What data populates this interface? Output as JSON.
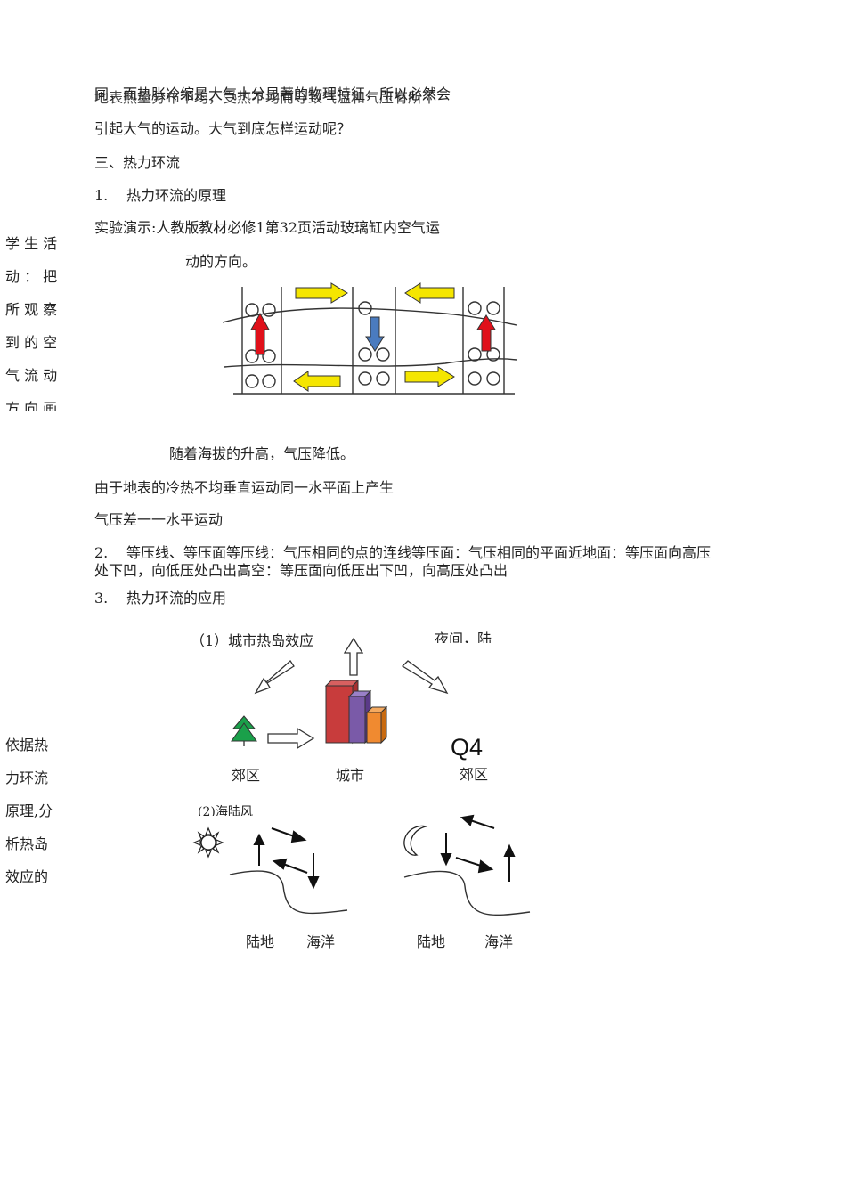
{
  "para": {
    "line1": "同，而热胀冷缩是大气十分显著的物理特征，所以必然会",
    "line1_overlap": "地表热量分布不均，受热不均而导致气温和气压有所不",
    "line2": "引起大气的运动。大气到底怎样运动呢？"
  },
  "section3": {
    "heading": "三、热力环流",
    "item1_num": "1.",
    "item1_text": "热力环流的原理",
    "experiment_line1": "实验演示:人教版教材必修1第32页活动玻璃缸内空气运",
    "experiment_line2": "动的方向。"
  },
  "side_note_1": [
    "学 生 活",
    "动 ： 把",
    "所 观 察",
    "到 的 空",
    "气 流 动",
    "方 向 画"
  ],
  "after_figure": {
    "line1": "随着海拔的升高，气压降低。",
    "line2": "由于地表的冷热不均垂直运动同一水平面上产生",
    "line3": "气压差一一水平运动"
  },
  "item2": {
    "num": "2.",
    "line1": "等压线、等压面等压线：气压相同的点的连线等压面：气压相同的平面近地面：等压面向高压",
    "line2": "处下凹，向低压处凸出高空：等压面向低压出下凹，向高压处凸出"
  },
  "item3": {
    "num": "3.",
    "text": "热力环流的应用"
  },
  "heat_island": {
    "caption": "（1）城市热岛效应",
    "night_fragment": "夜间，陆",
    "q_label": "Q4",
    "suburb_left": "郊区",
    "city": "城市",
    "suburb_right": "郊区"
  },
  "side_note_2": [
    "依据热",
    "力环流",
    "原理,分",
    "析热岛",
    "效应的"
  ],
  "sea_land": {
    "caption": "(2)海陆风",
    "day_land": "陆地",
    "day_sea": "海洋",
    "night_land": "陆地",
    "night_sea": "海洋"
  },
  "colors": {
    "yellow_arrow": "#f5e600",
    "red_arrow": "#e0101a",
    "blue_arrow": "#4a7bbf",
    "tree_green": "#1aa04a",
    "bar_red": "#c83c3c",
    "bar_purple": "#7a5aa8",
    "bar_orange": "#f08a30"
  }
}
